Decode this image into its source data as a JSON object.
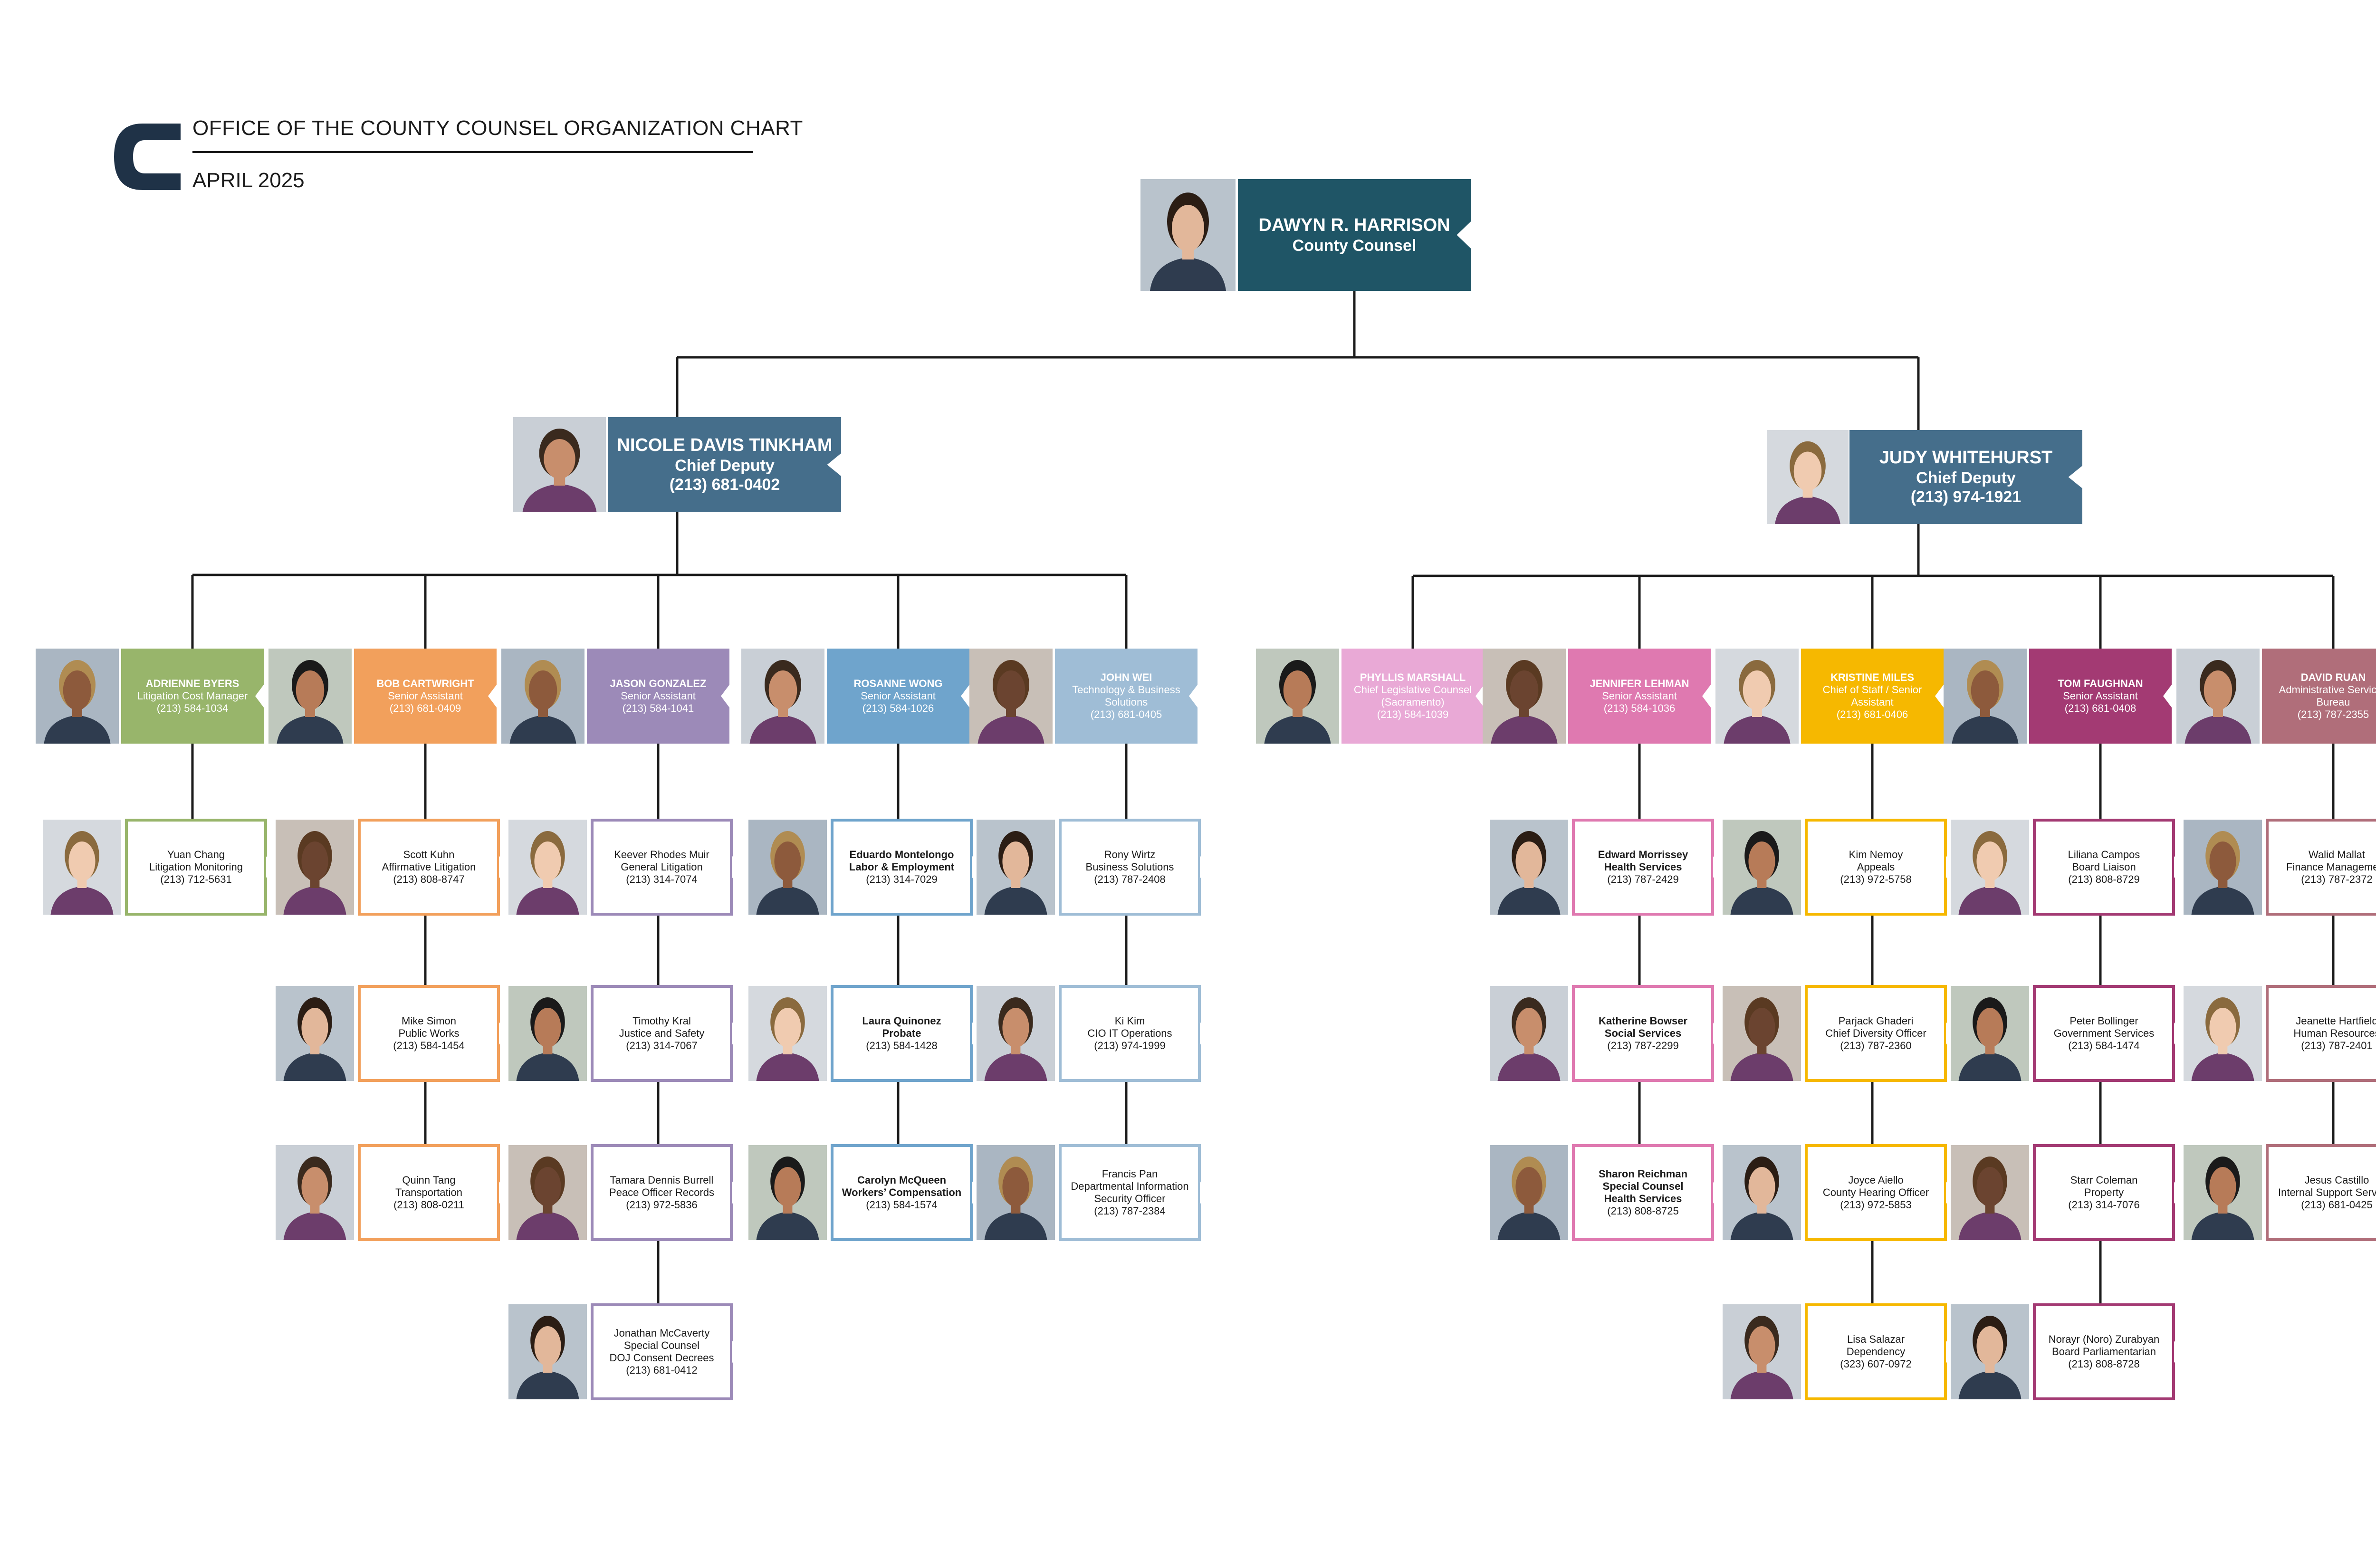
{
  "header": {
    "title": "OFFICE OF THE COUNTY COUNSEL ORGANIZATION CHART",
    "date": "APRIL 2025"
  },
  "colors": {
    "top": "#1f5566",
    "deputy": "#456e8b",
    "line": "#1b1b1b",
    "green": "#98b56b",
    "orange": "#f2a05c",
    "purple": "#9c8ab8",
    "blue": "#6fa4cc",
    "lightblue": "#9fbdd6",
    "pinklight": "#e9a9d6",
    "pink": "#df79b0",
    "yellow": "#f6b800",
    "magenta": "#a33a73",
    "mauve": "#b06e7a"
  },
  "top": {
    "name": "DAWYN R. HARRISON",
    "title": "County Counsel"
  },
  "deputies": [
    {
      "name": "NICOLE DAVIS TINKHAM",
      "title": "Chief Deputy",
      "phone": "(213) 681-0402",
      "heads": [
        {
          "name": "ADRIENNE BYERS",
          "title": "Litigation Cost Manager",
          "phone": "(213) 584-1034",
          "color_key": "green",
          "children": [
            {
              "name": "Yuan Chang",
              "title": "Litigation Monitoring",
              "phone": "(213) 712-5631"
            }
          ]
        },
        {
          "name": "BOB CARTWRIGHT",
          "title": "Senior Assistant",
          "phone": "(213) 681-0409",
          "color_key": "orange",
          "children": [
            {
              "name": "Scott Kuhn",
              "title": "Affirmative Litigation",
              "phone": "(213) 808-8747"
            },
            {
              "name": "Mike Simon",
              "title": "Public Works",
              "phone": "(213) 584-1454"
            },
            {
              "name": "Quinn Tang",
              "title": "Transportation",
              "phone": "(213) 808-0211"
            }
          ]
        },
        {
          "name": "JASON GONZALEZ",
          "title": "Senior Assistant",
          "phone": "(213) 584-1041",
          "color_key": "purple",
          "children": [
            {
              "name": "Keever Rhodes Muir",
              "title": "General Litigation",
              "phone": "(213) 314-7074"
            },
            {
              "name": "Timothy Kral",
              "title": "Justice and Safety",
              "phone": "(213) 314-7067"
            },
            {
              "name": "Tamara Dennis Burrell",
              "title": "Peace Officer Records",
              "phone": "(213) 972-5836"
            },
            {
              "name": "Jonathan McCaverty",
              "title": "Special Counsel\nDOJ Consent Decrees",
              "phone": "(213) 681-0412"
            }
          ]
        },
        {
          "name": "ROSANNE WONG",
          "title": "Senior Assistant",
          "phone": "(213) 584-1026",
          "color_key": "blue",
          "bold_children": true,
          "children": [
            {
              "name": "Eduardo Montelongo",
              "title": "Labor & Employment",
              "phone": "(213) 314-7029"
            },
            {
              "name": "Laura Quinonez",
              "title": "Probate",
              "phone": "(213) 584-1428"
            },
            {
              "name": "Carolyn McQueen",
              "title": "Workers’ Compensation",
              "phone": "(213) 584-1574"
            }
          ]
        },
        {
          "name": "JOHN WEI",
          "title": "Technology & Business Solutions",
          "phone": "(213) 681-0405",
          "color_key": "lightblue",
          "children": [
            {
              "name": "Rony Wirtz",
              "title": "Business Solutions",
              "phone": "(213) 787-2408"
            },
            {
              "name": "Ki Kim",
              "title": "CIO IT Operations",
              "phone": "(213) 974-1999"
            },
            {
              "name": "Francis Pan",
              "title": "Departmental Information Security Officer",
              "phone": "(213) 787-2384"
            }
          ]
        }
      ]
    },
    {
      "name": "JUDY WHITEHURST",
      "title": "Chief Deputy",
      "phone": "(213) 974-1921",
      "heads": [
        {
          "name": "PHYLLIS MARSHALL",
          "title": "Chief Legislative Counsel (Sacramento)",
          "phone": "(213) 584-1039",
          "color_key": "pinklight",
          "children": []
        },
        {
          "name": "JENNIFER LEHMAN",
          "title": "Senior Assistant",
          "phone": "(213) 584-1036",
          "color_key": "pink",
          "bold_children": true,
          "children": [
            {
              "name": "Edward Morrissey",
              "title": "Health Services",
              "phone": "(213) 787-2429"
            },
            {
              "name": "Katherine Bowser",
              "title": "Social Services",
              "phone": "(213) 787-2299"
            },
            {
              "name": "Sharon Reichman",
              "title": "Special Counsel\nHealth Services",
              "phone": "(213) 808-8725"
            }
          ]
        },
        {
          "name": "KRISTINE MILES",
          "title": "Chief of Staff / Senior Assistant",
          "phone": "(213) 681-0406",
          "color_key": "yellow",
          "children": [
            {
              "name": "Kim Nemoy",
              "title": "Appeals",
              "phone": "(213) 972-5758"
            },
            {
              "name": "Parjack Ghaderi",
              "title": "Chief Diversity Officer",
              "phone": "(213) 787-2360"
            },
            {
              "name": "Joyce Aiello",
              "title": "County Hearing Officer",
              "phone": "(213) 972-5853"
            },
            {
              "name": "Lisa Salazar",
              "title": "Dependency",
              "phone": "(323) 607-0972"
            }
          ]
        },
        {
          "name": "TOM FAUGHNAN",
          "title": "Senior Assistant",
          "phone": "(213) 681-0408",
          "color_key": "magenta",
          "children": [
            {
              "name": "Liliana Campos",
              "title": "Board Liaison",
              "phone": "(213) 808-8729"
            },
            {
              "name": "Peter Bollinger",
              "title": "Government Services",
              "phone": "(213) 584-1474"
            },
            {
              "name": "Starr Coleman",
              "title": "Property",
              "phone": "(213) 314-7076"
            },
            {
              "name": "Norayr (Noro) Zurabyan",
              "title": "Board Parliamentarian",
              "phone": "(213) 808-8728"
            }
          ]
        },
        {
          "name": "DAVID RUAN",
          "title": "Administrative Services Bureau",
          "phone": "(213) 787-2355",
          "color_key": "mauve",
          "children": [
            {
              "name": "Walid Mallat",
              "title": "Finance Management",
              "phone": "(213) 787-2372"
            },
            {
              "name": "Jeanette Hartfield",
              "title": "Human Resources",
              "phone": "(213) 787-2401"
            },
            {
              "name": "Jesus Castillo",
              "title": "Internal Support Services",
              "phone": "(213) 681-0425"
            }
          ]
        }
      ]
    }
  ]
}
